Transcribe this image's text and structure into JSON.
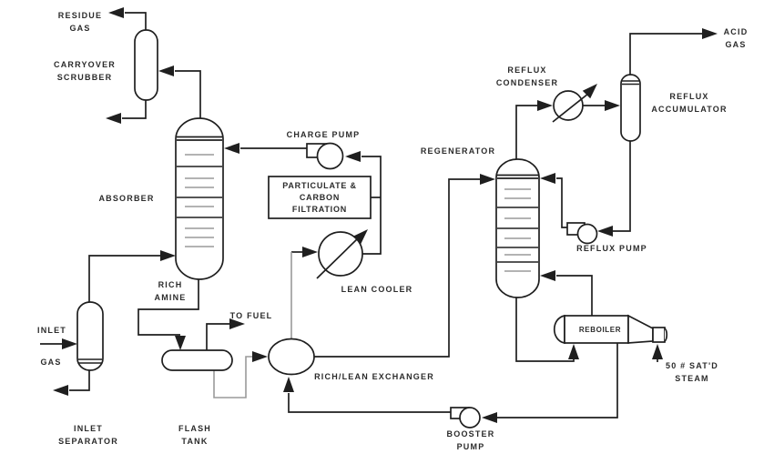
{
  "diagram": {
    "type": "process-flow-diagram",
    "colors": {
      "line": "#1f1f1f",
      "light_line": "#9a9a9a",
      "background": "#ffffff",
      "text": "#2b2b2b"
    },
    "labels": {
      "residue_gas": "RESIDUE\nGAS",
      "carryover_scrubber": "CARRYOVER\nSCRUBBER",
      "absorber": "ABSORBER",
      "rich_amine": "RICH\nAMINE",
      "inlet": "INLET",
      "gas": "GAS",
      "inlet_separator": "INLET\nSEPARATOR",
      "flash_tank": "FLASH\nTANK",
      "to_fuel": "TO FUEL",
      "charge_pump": "CHARGE PUMP",
      "filtration": "PARTICULATE &\nCARBON\nFILTRATION",
      "lean_cooler": "LEAN COOLER",
      "rich_lean_exchanger": "RICH/LEAN EXCHANGER",
      "booster_pump": "BOOSTER\nPUMP",
      "regenerator": "REGENERATOR",
      "reflux_condenser": "REFLUX\nCONDENSER",
      "reflux_accumulator": "REFLUX\nACCUMULATOR",
      "acid_gas": "ACID\nGAS",
      "reflux_pump": "REFLUX PUMP",
      "reboiler": "REBOILER",
      "steam": "50 # SAT'D\nSTEAM"
    }
  }
}
